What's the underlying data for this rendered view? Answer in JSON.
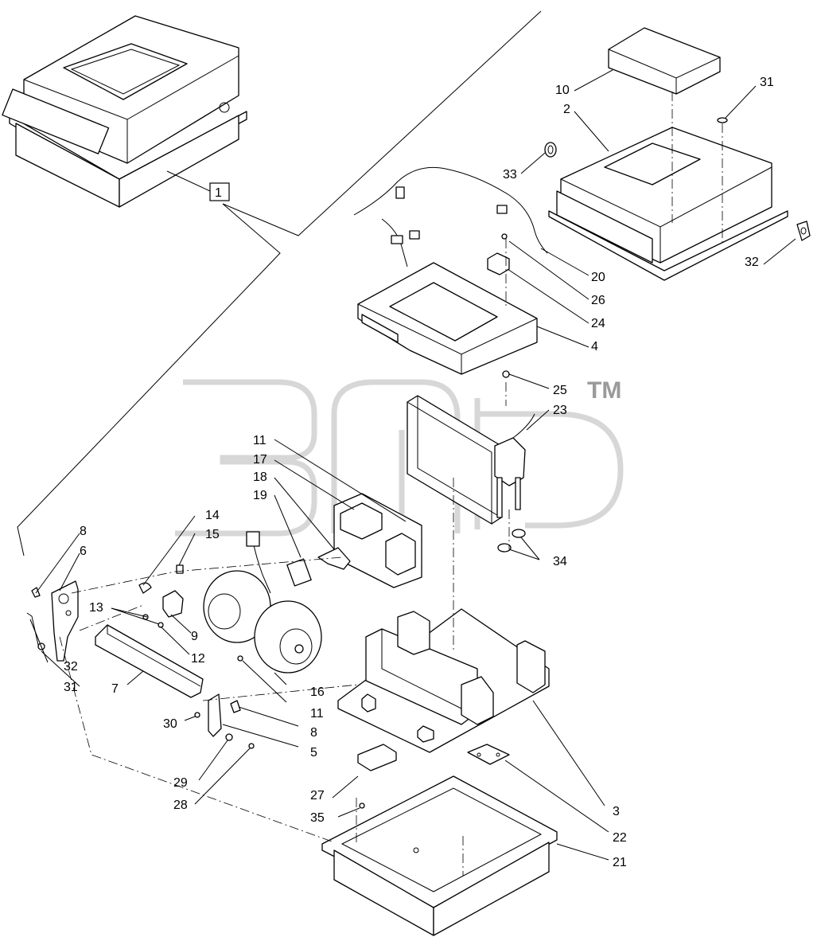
{
  "watermark": {
    "trademark": "TM"
  },
  "main_assembly_ref": "1",
  "callouts": {
    "c2": "2",
    "c3": "3",
    "c4": "4",
    "c5": "5",
    "c6": "6",
    "c7": "7",
    "c8a": "8",
    "c8b": "8",
    "c9": "9",
    "c10": "10",
    "c11a": "11",
    "c11b": "11",
    "c12": "12",
    "c13": "13",
    "c14": "14",
    "c15": "15",
    "c16": "16",
    "c17": "17",
    "c18": "18",
    "c19": "19",
    "c20": "20",
    "c21": "21",
    "c22": "22",
    "c23": "23",
    "c24": "24",
    "c25": "25",
    "c26": "26",
    "c27": "27",
    "c28": "28",
    "c29": "29",
    "c30": "30",
    "c31a": "31",
    "c31b": "31",
    "c32a": "32",
    "c32b": "32",
    "c33": "33",
    "c34": "34",
    "c35": "35"
  }
}
